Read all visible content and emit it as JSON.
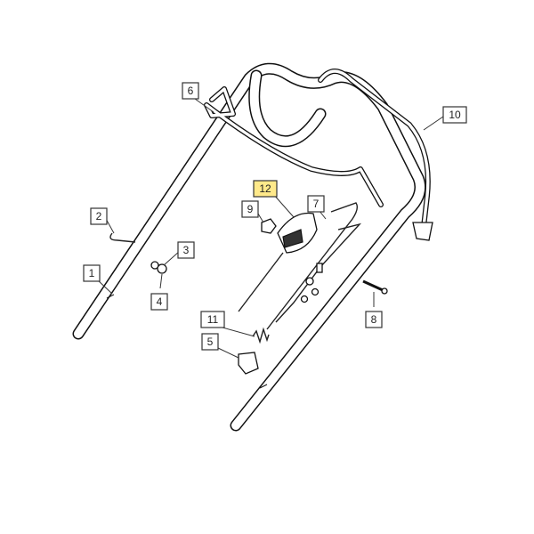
{
  "diagram": {
    "callouts": [
      {
        "id": "1",
        "label": "1"
      },
      {
        "id": "2",
        "label": "2"
      },
      {
        "id": "3",
        "label": "3"
      },
      {
        "id": "4",
        "label": "4"
      },
      {
        "id": "5",
        "label": "5"
      },
      {
        "id": "6",
        "label": "6"
      },
      {
        "id": "7",
        "label": "7"
      },
      {
        "id": "8",
        "label": "8"
      },
      {
        "id": "9",
        "label": "9"
      },
      {
        "id": "10",
        "label": "10"
      },
      {
        "id": "11",
        "label": "11"
      },
      {
        "id": "12",
        "label": "12",
        "highlighted": true
      }
    ],
    "highlight_color": "#ffe98a"
  }
}
